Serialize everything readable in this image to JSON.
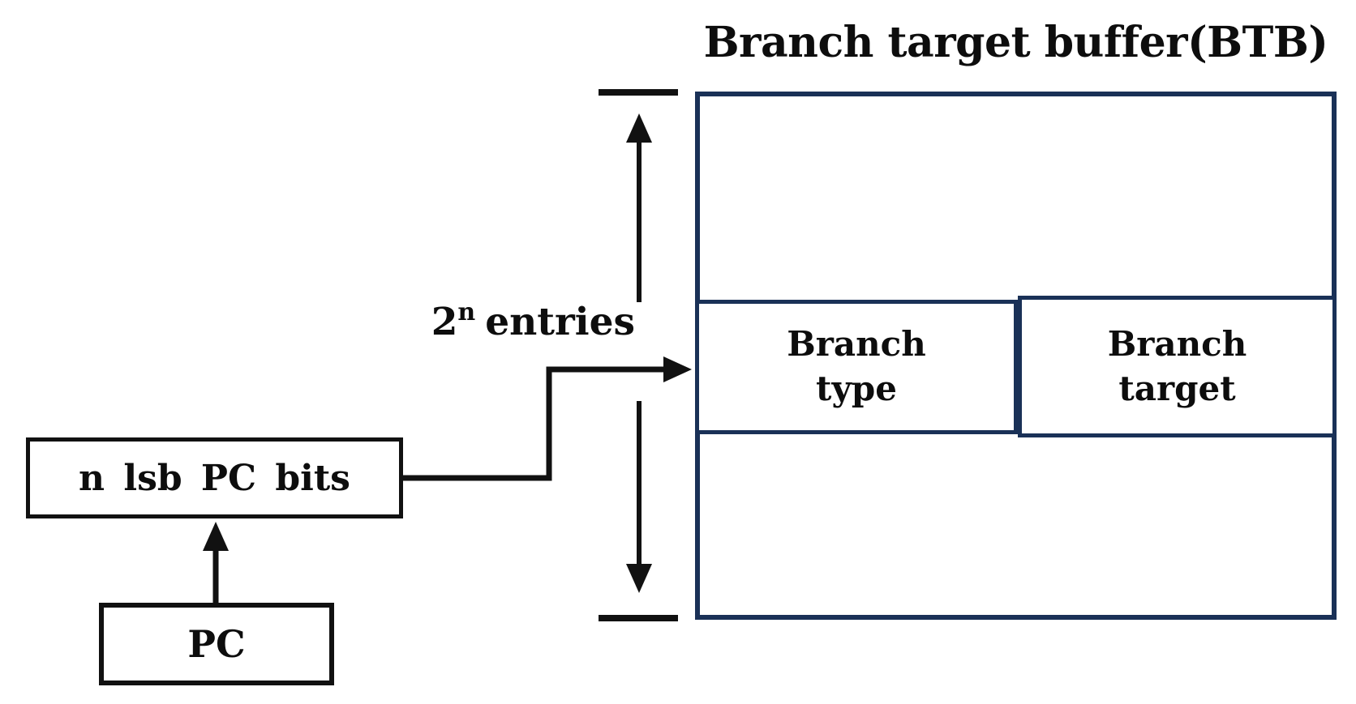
{
  "diagram": {
    "title": "Branch target buffer(BTB)",
    "colors": {
      "navy": "#1a3157",
      "line": "#111111",
      "text": "#0d0d0d",
      "background": "#ffffff"
    },
    "btb": {
      "entry_row": {
        "cells": [
          {
            "label": "Branch\ntype"
          },
          {
            "label": "Branch\ntarget"
          }
        ]
      }
    },
    "entries_label": {
      "base": "2",
      "sup": "n",
      "rest": "entries"
    },
    "boxes": {
      "n_lsb": {
        "label": "n lsb PC bits"
      },
      "pc": {
        "label": "PC"
      }
    }
  }
}
